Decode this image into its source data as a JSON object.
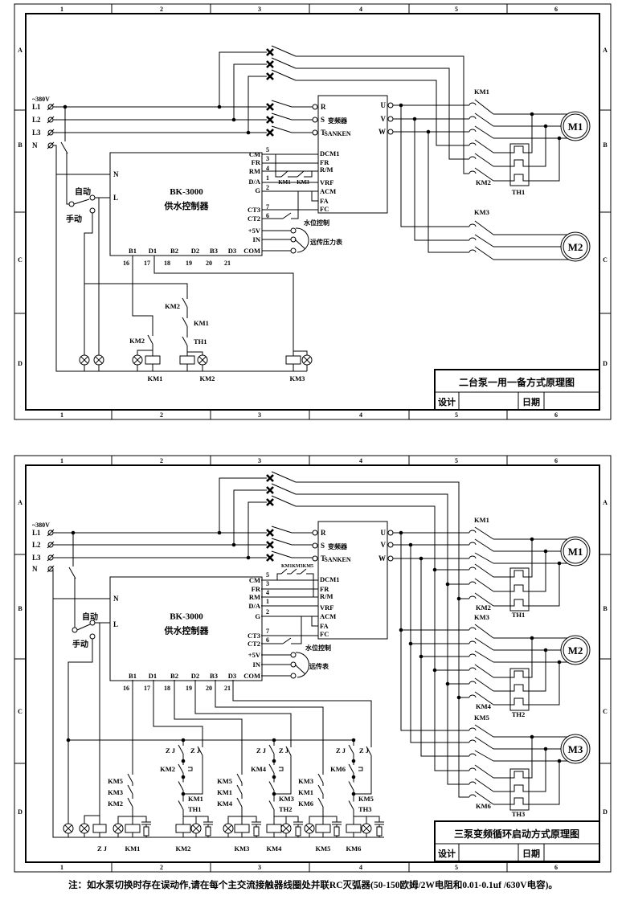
{
  "frame": {
    "columns": [
      "1",
      "2",
      "3",
      "4",
      "5",
      "6"
    ],
    "rows": [
      "A",
      "B",
      "C",
      "D"
    ]
  },
  "sheets": [
    {
      "title_block": {
        "title": "二台泵一用一备方式原理图",
        "design": "设计",
        "date": "日期"
      },
      "supply": {
        "voltage": "~380V",
        "lines": [
          "L1",
          "L2",
          "L3",
          "N"
        ]
      },
      "vfd": {
        "name": "变频器",
        "brand": "SANKEN",
        "inputs": [
          "R",
          "S",
          "T"
        ],
        "outputs": [
          "U",
          "V",
          "W"
        ],
        "control": [
          "DCM1",
          "FR",
          "R/M",
          "VRF",
          "ACM",
          "FA",
          "FC"
        ]
      },
      "controller": {
        "model": "BK-3000",
        "name": "供水控制器",
        "left": [
          "N",
          "L"
        ],
        "right": [
          "CM",
          "FR",
          "RM",
          "D/A",
          "G",
          "CT3",
          "CT2",
          "+5V",
          "IN",
          "COM"
        ],
        "right_numbers": [
          "5",
          "3",
          "4",
          "1",
          "2",
          "7",
          "6"
        ],
        "bottom": [
          "B1",
          "D1",
          "B2",
          "D2",
          "B3",
          "D3"
        ],
        "bottom_numbers": [
          "16",
          "17",
          "18",
          "19",
          "20",
          "21"
        ]
      },
      "mode": {
        "auto": "自动",
        "manual": "手动"
      },
      "water_level": "水位控制",
      "gauge": "远传压力表",
      "interlock": [
        "KM1",
        "KM3"
      ],
      "power": {
        "contactors": [
          "KM1",
          "KM2",
          "KM3"
        ],
        "thermal": [
          "TH1"
        ],
        "motors": [
          "M1",
          "M2"
        ]
      },
      "control": {
        "contacts": [
          "KM2",
          "KM1",
          "TH1",
          "KM2"
        ],
        "coils": [
          "KM1",
          "KM2",
          "KM3"
        ]
      }
    },
    {
      "title_block": {
        "title": "三泵变频循环启动方式原理图",
        "design": "设计",
        "date": "日期"
      },
      "supply": {
        "voltage": "~380V",
        "lines": [
          "L1",
          "L2",
          "L3",
          "N"
        ]
      },
      "vfd": {
        "name": "变频器",
        "brand": "SANKEN",
        "inputs": [
          "R",
          "S",
          "T"
        ],
        "outputs": [
          "U",
          "V",
          "W"
        ],
        "control": [
          "DCM1",
          "FR",
          "R/M",
          "VRF",
          "ACM",
          "FA",
          "FC"
        ]
      },
      "controller": {
        "model": "BK-3000",
        "name": "供水控制器",
        "left": [
          "N",
          "L"
        ],
        "right": [
          "CM",
          "FR",
          "RM",
          "D/A",
          "G",
          "CT3",
          "CT2",
          "+5V",
          "IN",
          "COM"
        ],
        "right_numbers": [
          "5",
          "3",
          "4",
          "1",
          "2",
          "7",
          "6"
        ],
        "bottom": [
          "B1",
          "D1",
          "B2",
          "D2",
          "B3",
          "D3"
        ],
        "bottom_numbers": [
          "16",
          "17",
          "18",
          "19",
          "20",
          "21"
        ]
      },
      "mode": {
        "auto": "自动",
        "manual": "手动"
      },
      "water_level": "水位控制",
      "gauge": "远传表",
      "interlock": "KM1KM3KM5",
      "power": {
        "contactors": [
          "KM1",
          "KM2",
          "KM3",
          "KM4",
          "KM5",
          "KM6"
        ],
        "thermal": [
          "TH1",
          "TH2",
          "TH3"
        ],
        "motors": [
          "M1",
          "M2",
          "M3"
        ]
      },
      "control": {
        "groups": [
          {
            "coil": "Z J"
          },
          {
            "coil": "KM1",
            "contacts": [
              "KM5",
              "KM3",
              "KM2"
            ]
          },
          {
            "coil": "KM2",
            "contacts": [
              "Z J",
              "Z J",
              "KM2",
              "KM1",
              "TH1"
            ]
          },
          {
            "coil": "KM3",
            "contacts": [
              "KM5",
              "KM1",
              "KM4"
            ]
          },
          {
            "coil": "KM4",
            "contacts": [
              "Z J",
              "Z J",
              "KM4",
              "KM3",
              "TH2"
            ]
          },
          {
            "coil": "KM5",
            "contacts": [
              "KM3",
              "KM1",
              "KM6"
            ]
          },
          {
            "coil": "KM6",
            "contacts": [
              "Z J",
              "Z J",
              "KM6",
              "KM5",
              "TH3"
            ]
          }
        ]
      }
    }
  ],
  "note": "注：如水泵切换时存在误动作,请在每个主交流接触器线圈处并联RC灭弧器(50-150欧姆/2W电阻和0.01-0.1uf /630V电容)。"
}
